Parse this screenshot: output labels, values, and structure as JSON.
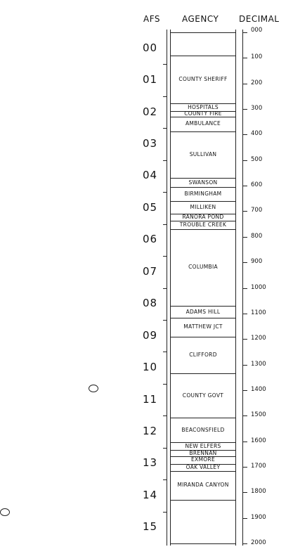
{
  "headers": {
    "afs": "AFS",
    "agency": "AGENCY",
    "decimal": "DECIMAL"
  },
  "afs_labels": [
    "00",
    "01",
    "02",
    "03",
    "04",
    "05",
    "06",
    "07",
    "08",
    "09",
    "10",
    "11",
    "12",
    "13",
    "14",
    "15"
  ],
  "decimal_labels": [
    "000",
    "100",
    "200",
    "300",
    "400",
    "500",
    "600",
    "700",
    "800",
    "900",
    "1000",
    "1100",
    "1200",
    "1300",
    "1400",
    "1500",
    "1600",
    "1700",
    "1800",
    "1900",
    "2000"
  ],
  "agencies": [
    {
      "name": "",
      "from": 0,
      "to": 90
    },
    {
      "name": "COUNTY SHERIFF",
      "from": 90,
      "to": 279
    },
    {
      "name": "HOSPITALS",
      "from": 279,
      "to": 307
    },
    {
      "name": "COUNTY FIRE",
      "from": 307,
      "to": 331
    },
    {
      "name": "AMBULANCE",
      "from": 331,
      "to": 387
    },
    {
      "name": "SULLIVAN",
      "from": 387,
      "to": 570
    },
    {
      "name": "SWANSON",
      "from": 570,
      "to": 605
    },
    {
      "name": "BIRMINGHAM",
      "from": 605,
      "to": 660
    },
    {
      "name": "MILLIKEN",
      "from": 660,
      "to": 710
    },
    {
      "name": "RANORA POND",
      "from": 710,
      "to": 738
    },
    {
      "name": "TROUBLE CREEK",
      "from": 738,
      "to": 770
    },
    {
      "name": "COLUMBIA",
      "from": 770,
      "to": 1070
    },
    {
      "name": "ADAMS HILL",
      "from": 1070,
      "to": 1118
    },
    {
      "name": "MATTHEW JCT",
      "from": 1118,
      "to": 1190
    },
    {
      "name": "CLIFFORD",
      "from": 1190,
      "to": 1335
    },
    {
      "name": "COUNTY GOVT",
      "from": 1335,
      "to": 1508
    },
    {
      "name": "BEACONSFIELD",
      "from": 1508,
      "to": 1605
    },
    {
      "name": "NEW ELFERS",
      "from": 1605,
      "to": 1634
    },
    {
      "name": "BRENNAN",
      "from": 1634,
      "to": 1660
    },
    {
      "name": "EXMORE",
      "from": 1660,
      "to": 1688
    },
    {
      "name": "OAK VALLEY",
      "from": 1688,
      "to": 1716
    },
    {
      "name": "MIRANDA CANYON",
      "from": 1716,
      "to": 1830
    },
    {
      "name": "",
      "from": 1830,
      "to": 2000
    }
  ]
}
